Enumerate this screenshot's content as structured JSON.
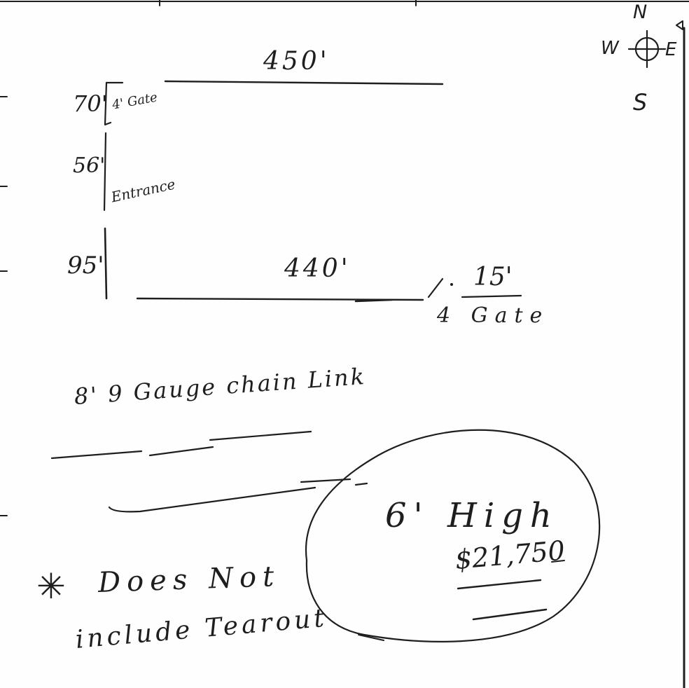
{
  "compass": {
    "north": "N",
    "west": "W",
    "east": "E",
    "south": "S"
  },
  "top_fence": {
    "length": "450'"
  },
  "left_side": {
    "top_segment": "70'",
    "gate_note": "4' Gate",
    "middle_segment": "56'",
    "opening_note": "Entrance",
    "bottom_segment": "95'"
  },
  "bottom_fence": {
    "length": "440'",
    "gate_width": "15'",
    "gate_note": "4 Gate"
  },
  "fence_spec": "8' 9 Gauge chain Link",
  "quote": {
    "height": "6' High",
    "price": "$21,750"
  },
  "footnote": {
    "mark": "✳",
    "line1": "Does Not",
    "line2": "include Tearout"
  }
}
